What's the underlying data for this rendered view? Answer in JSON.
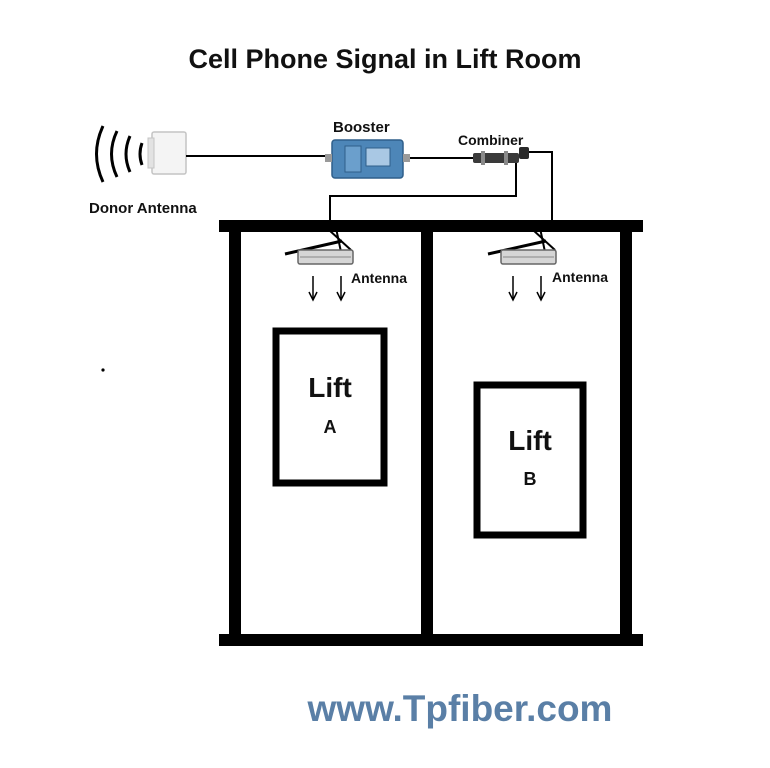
{
  "title": "Cell Phone Signal in Lift Room",
  "labels": {
    "booster": "Booster",
    "combiner": "Combiner",
    "donor_antenna": "Donor Antenna",
    "antenna_a": "Antenna",
    "antenna_b": "Antenna"
  },
  "lifts": {
    "a": {
      "name": "Lift",
      "letter": "A"
    },
    "b": {
      "name": "Lift",
      "letter": "B"
    }
  },
  "website": "www.Tpfiber.com",
  "colors": {
    "structure": "#000000",
    "booster_body": "#4d86b8",
    "booster_screen": "#a9c8e4",
    "website_text": "#5a7fa6",
    "antenna_panel": "#d6d6d6"
  }
}
